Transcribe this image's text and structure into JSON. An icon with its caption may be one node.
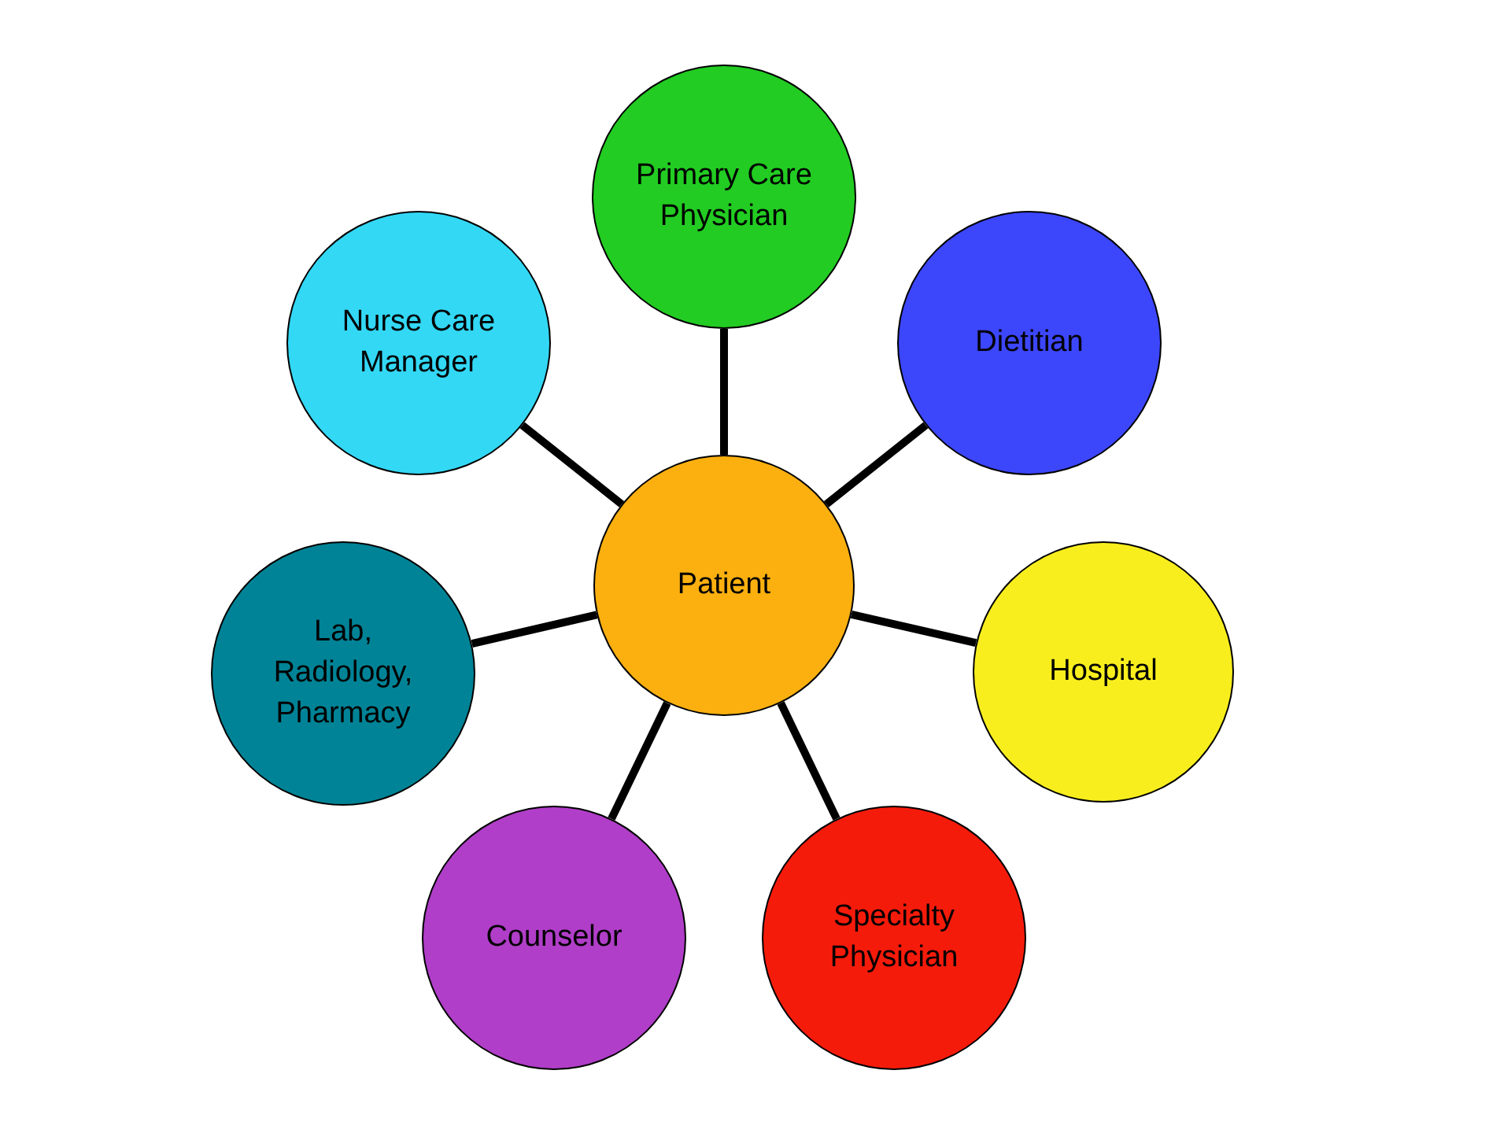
{
  "diagram": {
    "nodes": [
      {
        "text": [
          "Patient"
        ]
      },
      {
        "text": [
          "Primary Care Physician"
        ]
      },
      {
        "text": [
          "Dietitian"
        ]
      },
      {
        "text": [
          "Hospital"
        ]
      },
      {
        "text": [
          "Specialty Physician"
        ]
      },
      {
        "text": [
          "Counselor"
        ]
      },
      {
        "text": [
          "Lab, Radiology, Pharmacy"
        ]
      },
      {
        "text": [
          "Nurse Care Manager"
        ]
      }
    ],
    "edges": [
      {
        "from": 0,
        "to": 1,
        "arrow": "none"
      },
      {
        "from": 0,
        "to": 2,
        "arrow": "none"
      },
      {
        "from": 0,
        "to": 3,
        "arrow": "none"
      },
      {
        "from": 0,
        "to": 4,
        "arrow": "none"
      },
      {
        "from": 0,
        "to": 5,
        "arrow": "none"
      },
      {
        "from": 0,
        "to": 6,
        "arrow": "none"
      },
      {
        "from": 0,
        "to": 7,
        "arrow": "none"
      }
    ]
  }
}
